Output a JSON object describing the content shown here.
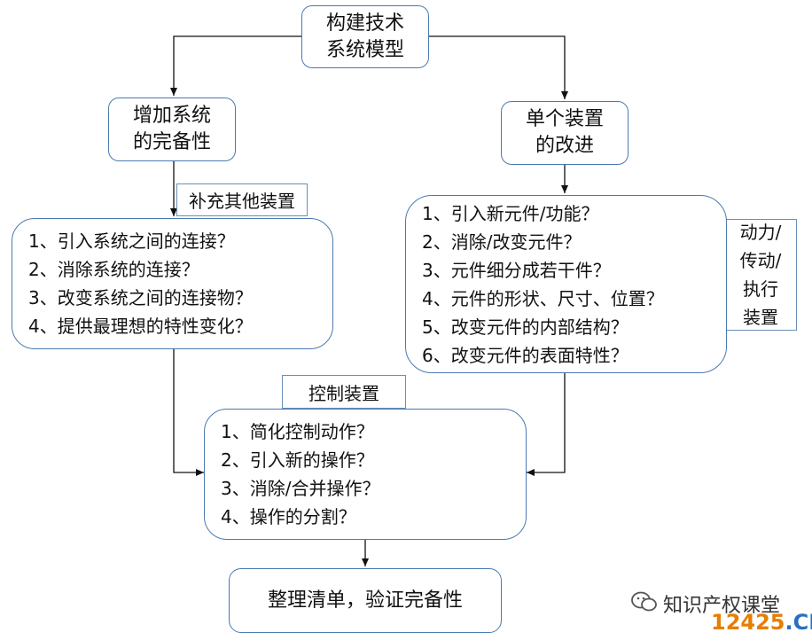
{
  "top": {
    "line1": "构建技术",
    "line2": "系统模型"
  },
  "left_header": {
    "line1": "增加系统",
    "line2": "的完备性"
  },
  "right_header": {
    "line1": "单个装置",
    "line2": "的改进"
  },
  "label_supplement": "补充其他装置",
  "label_control": "控制装置",
  "label_power": [
    "动力/",
    "传动/",
    "执行",
    "装置"
  ],
  "left_list": [
    "1、引入系统之间的连接？",
    "2、消除系统的连接？",
    "3、改变系统之间的连接物？",
    "4、提供最理想的特性变化？"
  ],
  "right_list": [
    "1、引入新元件/功能？",
    "2、消除/改变元件？",
    "3、元件细分成若干件？",
    "4、元件的形状、尺寸、位置？",
    "5、改变元件的内部结构？",
    "6、改变元件的表面特性？"
  ],
  "control_list": [
    "1、简化控制动作？",
    "2、引入新的操作？",
    "3、消除/合并操作？",
    "4、操作的分割？"
  ],
  "final": "整理清单，验证完备性",
  "watermark": {
    "text": "知识产权课堂",
    "logo_num": "12425",
    "logo_suffix": ".CN"
  }
}
